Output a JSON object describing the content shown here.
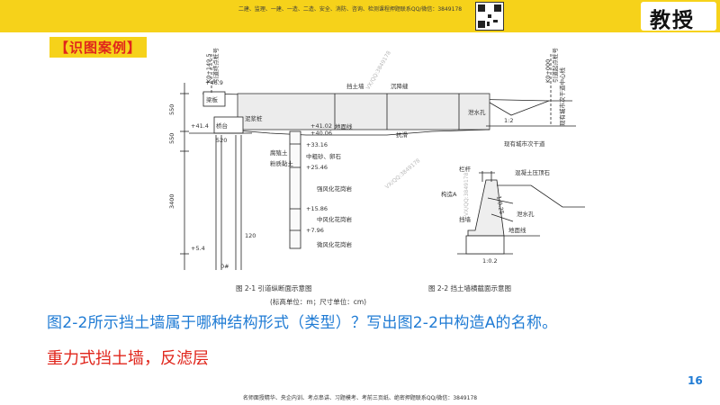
{
  "header": {
    "banner_text": "二建、监理、一建、一造、二造、安全、消防、咨询、检测课程押题联系QQ/微信：3849178",
    "logo_text": "教授"
  },
  "case_title": "【识图案例】",
  "figure": {
    "fig1": {
      "caption": "图 2-1   引道纵断面示意图",
      "labels": {
        "station_left": "K0+149.5",
        "station_left_desc": "引道终点桩号",
        "station_right": "K0+000",
        "station_right_desc": "引道起点桩号",
        "station_right_desc2": "现有城市次干道中心线",
        "retaining_wall": "挡土墙",
        "settlement_joint": "沉降缝",
        "weep_hole": "泄水孔",
        "slope": "1:2",
        "beam": "梁板",
        "abutment": "桥台",
        "mudstone": "泥浆桩",
        "ground_line": "地面线",
        "road_level": "现有城市次干道",
        "h1": "+46.9",
        "h2": "+41.4",
        "h3": "+41.02",
        "h4": "+40.06",
        "h5": "+33.16",
        "h6": "+25.46",
        "h7": "+15.86",
        "h8": "+7.96",
        "h9": "+5.4",
        "dim1": "550",
        "dim2": "550",
        "dim3": "3400",
        "dim4": "520",
        "dim5": "120",
        "pile": "0#",
        "soil1": "腐殖土",
        "soil2": "粉质黏土",
        "soil3": "中粗砂、卵石",
        "rock1": "强风化花岗岩",
        "rock2": "中风化花岗岩",
        "rock3": "微风化花岗岩",
        "fill": "抗滑"
      }
    },
    "fig2": {
      "caption": "图 2-2   挡土墙横截面示意图",
      "labels": {
        "railing": "栏杆",
        "cap": "混凝土压顶石",
        "construction_a": "构造A",
        "weep_hole": "泄水孔",
        "wall": "挡墙",
        "ground": "地面线",
        "slope1": "1:0.25",
        "slope2": "1:0.2"
      }
    },
    "unit_note": "(标高单位：m；尺寸单位：cm)",
    "watermark": "VX/QQ:3849178"
  },
  "question": "图2-2所示挡土墙属于哪种结构形式（类型）？写出图2-2中构造A的名称。",
  "answer": "重力式挡土墙，反滤层",
  "page_number": "16",
  "footer": {
    "banner_text": "名师面授精华、央企内训、考点串讲、习题模考、考前三页纸、绝密押题联系QQ/微信：3849178"
  }
}
